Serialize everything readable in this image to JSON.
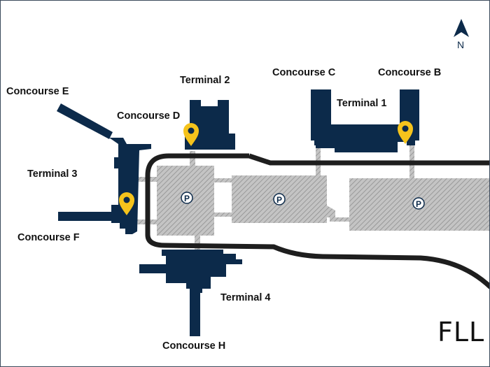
{
  "map": {
    "airport_code": "FLL",
    "north_label": "N",
    "parking_label": "P",
    "labels": {
      "concourse_e": "Concourse E",
      "concourse_d": "Concourse D",
      "terminal_2": "Terminal 2",
      "concourse_c": "Concourse C",
      "concourse_b": "Concourse B",
      "terminal_1": "Terminal 1",
      "terminal_3": "Terminal 3",
      "concourse_f": "Concourse F",
      "terminal_4": "Terminal 4",
      "concourse_h": "Concourse H"
    },
    "colors": {
      "terminal": "#0c2a4a",
      "parking": "#b3b3b3",
      "road": "#1e1e1e",
      "pin": "#f5c31c"
    }
  }
}
